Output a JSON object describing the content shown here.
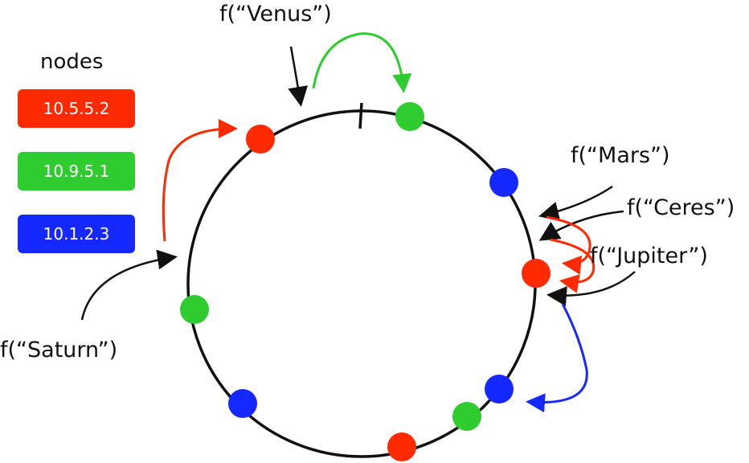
{
  "legend": {
    "title": "nodes",
    "items": [
      {
        "label": "10.5.5.2",
        "color": "#ff2a00"
      },
      {
        "label": "10.9.5.1",
        "color": "#2ecc2e"
      },
      {
        "label": "10.1.2.3",
        "color": "#1428ff"
      }
    ]
  },
  "keys": {
    "venus": "f(“Venus”)",
    "mars": "f(“Mars”)",
    "ceres": "f(“Ceres”)",
    "jupiter": "f(“Jupiter”)",
    "saturn": "f(“Saturn”)"
  }
}
